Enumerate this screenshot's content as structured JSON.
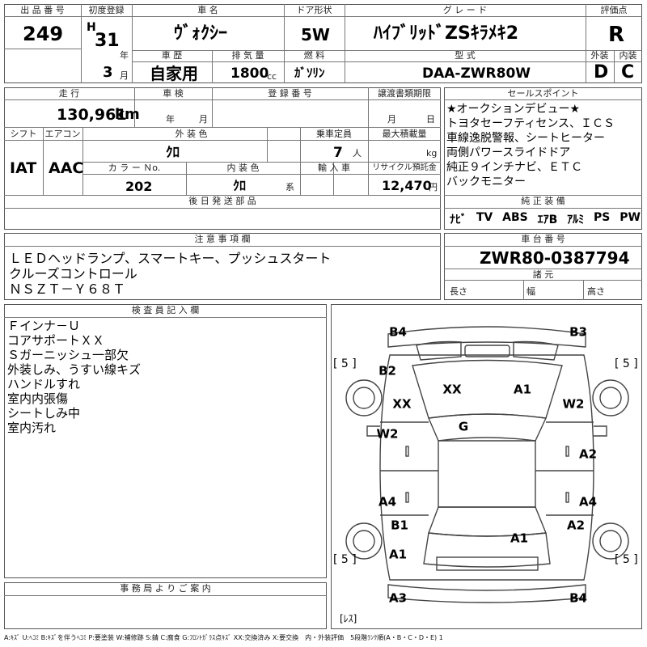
{
  "header": {
    "lot_label": "出 品 番 号",
    "lot_number": "249",
    "first_reg_label": "初度登録",
    "era": "H",
    "year": "31",
    "year_unit": "年",
    "month": "3",
    "month_unit": "月",
    "name_label": "車 名",
    "car_name": "ｳﾞｫｸｼｰ",
    "door_label": "ドア形状",
    "door": "5W",
    "grade_label": "グ レ ー ド",
    "grade": "ﾊｲﾌﾞﾘｯﾄﾞZSｷﾗﾒｷ2",
    "score_label": "評価点",
    "score": "R",
    "history_label": "車 歴",
    "history": "自家用",
    "displacement_label": "排 気 量",
    "displacement": "1800",
    "displacement_unit": "cc",
    "fuel_label": "燃 料",
    "fuel": "ｶﾞｿﾘﾝ",
    "model_label": "型 式",
    "model": "DAA-ZWR80W",
    "exterior_grade_label": "外装",
    "exterior_grade": "D",
    "interior_grade_label": "内装",
    "interior_grade": "C"
  },
  "details": {
    "mileage_label": "走 行",
    "mileage": "130,961",
    "mileage_unit": "km",
    "inspection_label": "車 検",
    "inspection_year_unit": "年",
    "inspection_month_unit": "月",
    "registration_label": "登 録 番 号",
    "transfer_label": "譲渡書類期限",
    "transfer_month_unit": "月",
    "transfer_day_unit": "日",
    "shift_label": "シフト",
    "shift": "IAT",
    "ac_label": "エアコン",
    "ac": "AAC",
    "exterior_color_label": "外 装 色",
    "exterior_color": "ｸﾛ",
    "capacity_label": "乗車定員",
    "capacity": "7",
    "capacity_unit": "人",
    "max_load_label": "最大積載量",
    "max_load_unit": "kg",
    "color_no_label": "カ ラ ー Ｎo.",
    "color_no": "202",
    "interior_color_label": "内 装 色",
    "interior_color": "ｸﾛ",
    "interior_color_suffix": "系",
    "import_label": "輸 入 車",
    "recycle_label": "リサイクル預託金",
    "recycle": "12,470",
    "recycle_unit": "円",
    "later_parts_label": "後 日 発 送 部 品"
  },
  "sales": {
    "label": "セールスポイント",
    "lines": "★オークションデビュー★\nトヨタセーフティセンス、ＩＣＳ\n車線逸脱警報、シートヒーター\n両側パワースライドドア\n純正９インチナビ、ＥＴＣ\nバックモニター",
    "equipment_label": "純 正 装 備",
    "equipment": [
      "ﾅﾋﾞ",
      "TV",
      "ABS",
      "ｴｱB",
      "ｱﾙﾐ",
      "PS",
      "PW"
    ]
  },
  "notes": {
    "label": "注 意 事 項 欄",
    "lines": "ＬＥＤヘッドランプ、スマートキー、プッシュスタート\nクルーズコントロール\nＮＳＺＴ－Ｙ６８Ｔ"
  },
  "chassis": {
    "label": "車 台 番 号",
    "number": "ZWR80-0387794",
    "specs_label": "諸 元",
    "length_label": "長さ",
    "width_label": "幅",
    "height_label": "高さ"
  },
  "inspector": {
    "label": "検 査 員 記 入 欄",
    "lines": "Ｆインナ－Ｕ\nコアサポートＸＸ\nＳガーニッシュ一部欠\n外装しみ、うすい線キズ\nハンドルすれ\n室内内張傷\nシートしみ中\n室内汚れ"
  },
  "office": {
    "label": "事 務 局 よ り ご 案 内"
  },
  "diagram": {
    "marks": {
      "top_left": "B4",
      "top_right": "B3",
      "tire_fl": "[ 5 ]",
      "tire_fr": "[ 5 ]",
      "tire_rl": "[ 5 ]",
      "tire_rr": "[ 5 ]",
      "fender_left": "B2",
      "core_left": "XX",
      "bonnet_left": "XX",
      "bonnet_right": "A1",
      "fender_right": "W2",
      "roof": "G",
      "front_door_left": "W2",
      "front_door_right": "A2",
      "rear_door_left": "A4",
      "rear_door_right": "A4",
      "quarter_left": "B1",
      "quarter_right": "A2",
      "tailgate": "A1",
      "rear_bumper_left": "A1",
      "bottom_left": "A3",
      "bottom_right": "B4",
      "spare": "[ﾚｽ]"
    }
  },
  "legend": "A:ｷｽﾞ U:ﾍｺﾐ B:ｷｽﾞを伴うﾍｺﾐ P:要塗装 W:補修跡 S:錆 C:腐食 G:ﾌﾛﾝﾄｶﾞﾗｽ点ｷｽﾞ XX:交換済み X:要交換　内・外装評価　5段階ﾗﾝｸ順(A・B・C・D・E) 1"
}
